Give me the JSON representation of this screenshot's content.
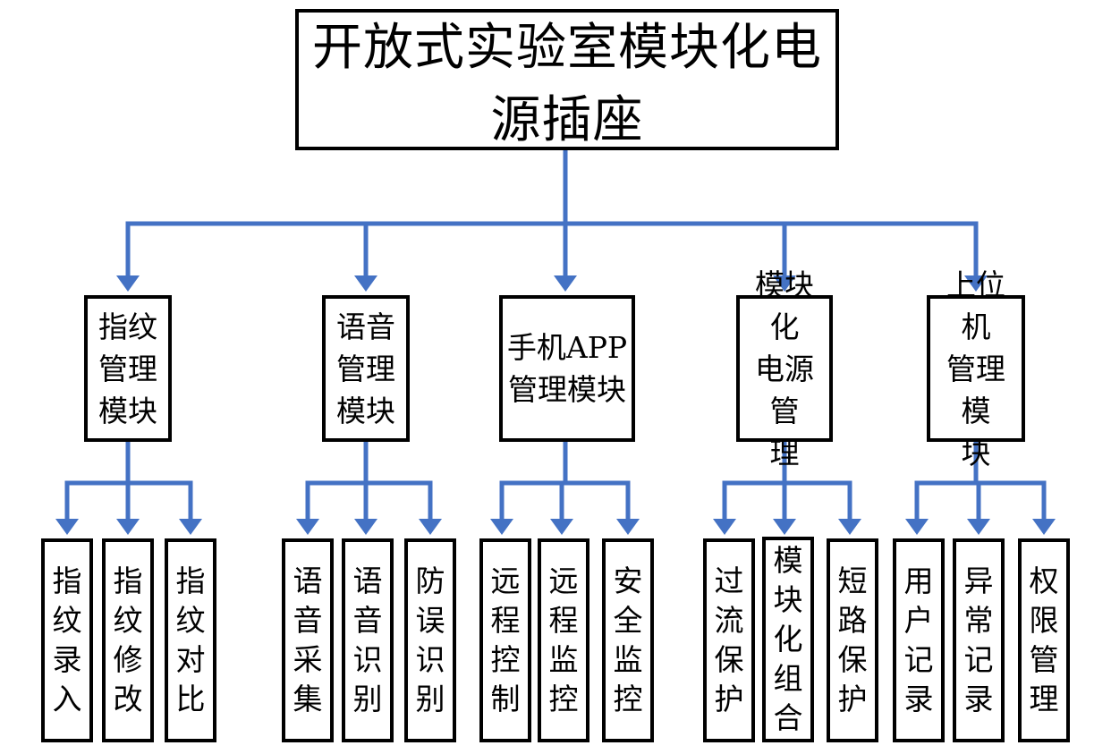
{
  "root": "开放式实验室模块化电源插座",
  "modules": [
    {
      "label": "指纹\n管理\n模块",
      "children": [
        "指\n纹\n录\n入",
        "指\n纹\n修\n改",
        "指\n纹\n对\n比"
      ]
    },
    {
      "label": "语音\n管理\n模块",
      "children": [
        "语\n音\n采\n集",
        "语\n音\n识\n别",
        "防\n误\n识\n别"
      ]
    },
    {
      "label": "手机APP\n管理模块",
      "children": [
        "远\n程\n控\n制",
        "远\n程\n监\n控",
        "安\n全\n监\n控"
      ]
    },
    {
      "label": "模块化\n电源管\n理",
      "children": [
        "过\n流\n保\n护",
        "模\n块\n化\n组\n合",
        "短\n路\n保\n护"
      ]
    },
    {
      "label": "上位机\n管理模\n块",
      "children": [
        "用\n户\n记\n录",
        "异\n常\n记\n录",
        "权\n限\n管\n理"
      ]
    }
  ],
  "colors": {
    "connector": "#4472C4",
    "border": "#000000"
  }
}
